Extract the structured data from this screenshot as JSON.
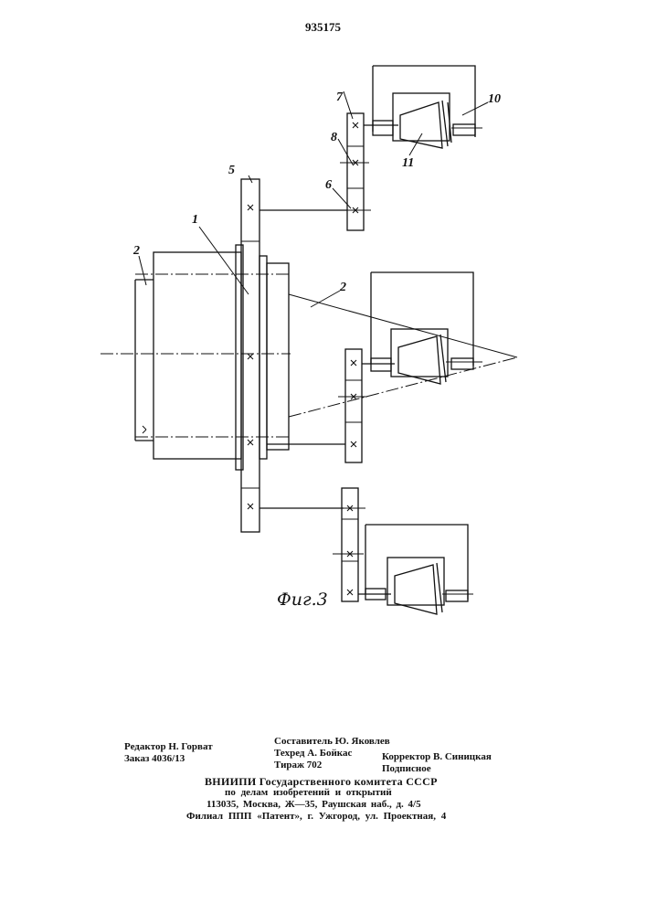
{
  "patent_number": "935175",
  "figure_caption": "Фиг.3",
  "labels": {
    "l1": "1",
    "l2_left": "2",
    "l2_right": "2",
    "l5": "5",
    "l6": "6",
    "l7": "7",
    "l8": "8",
    "l10": "10",
    "l11": "11"
  },
  "imprint": {
    "editor": "Редактор Н. Горват",
    "order": "Заказ 4036/13",
    "compiler": "Составитель Ю. Яковлев",
    "techred": "Техред А. Бойкас",
    "circulation": "Тираж 702",
    "proofreader": "Корректор В. Синицкая",
    "subscription": "Подписное",
    "vniipi": "ВНИИПИ Государственного комитета СССР",
    "affairs": "по делам изобретений и открытий",
    "address": "113035, Москва, Ж—35, Раушская наб., д. 4/5",
    "branch": "Филиал ППП «Патент», г. Ужгород, ул. Проектная, 4"
  }
}
